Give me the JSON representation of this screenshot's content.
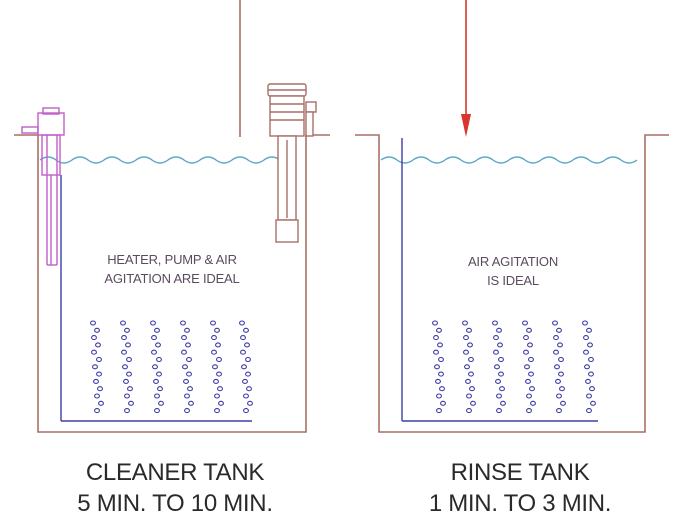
{
  "cleaner_tank": {
    "note_line1": "HEATER, PUMP & AIR",
    "note_line2": "AGITATION ARE IDEAL",
    "title": "CLEANER TANK",
    "duration": "5 MIN. TO 10 MIN."
  },
  "rinse_tank": {
    "note_line1": "AIR AGITATION",
    "note_line2": "IS IDEAL",
    "title": "RINSE TANK",
    "duration": "1 MIN. TO 3 MIN."
  },
  "colors": {
    "tank": "#a86f66",
    "water": "#5aa7c9",
    "bubble": "#3e3aa5",
    "heater": "#c25ec8",
    "arrow": "#d9352c",
    "pipe": "#3d3fa8"
  }
}
